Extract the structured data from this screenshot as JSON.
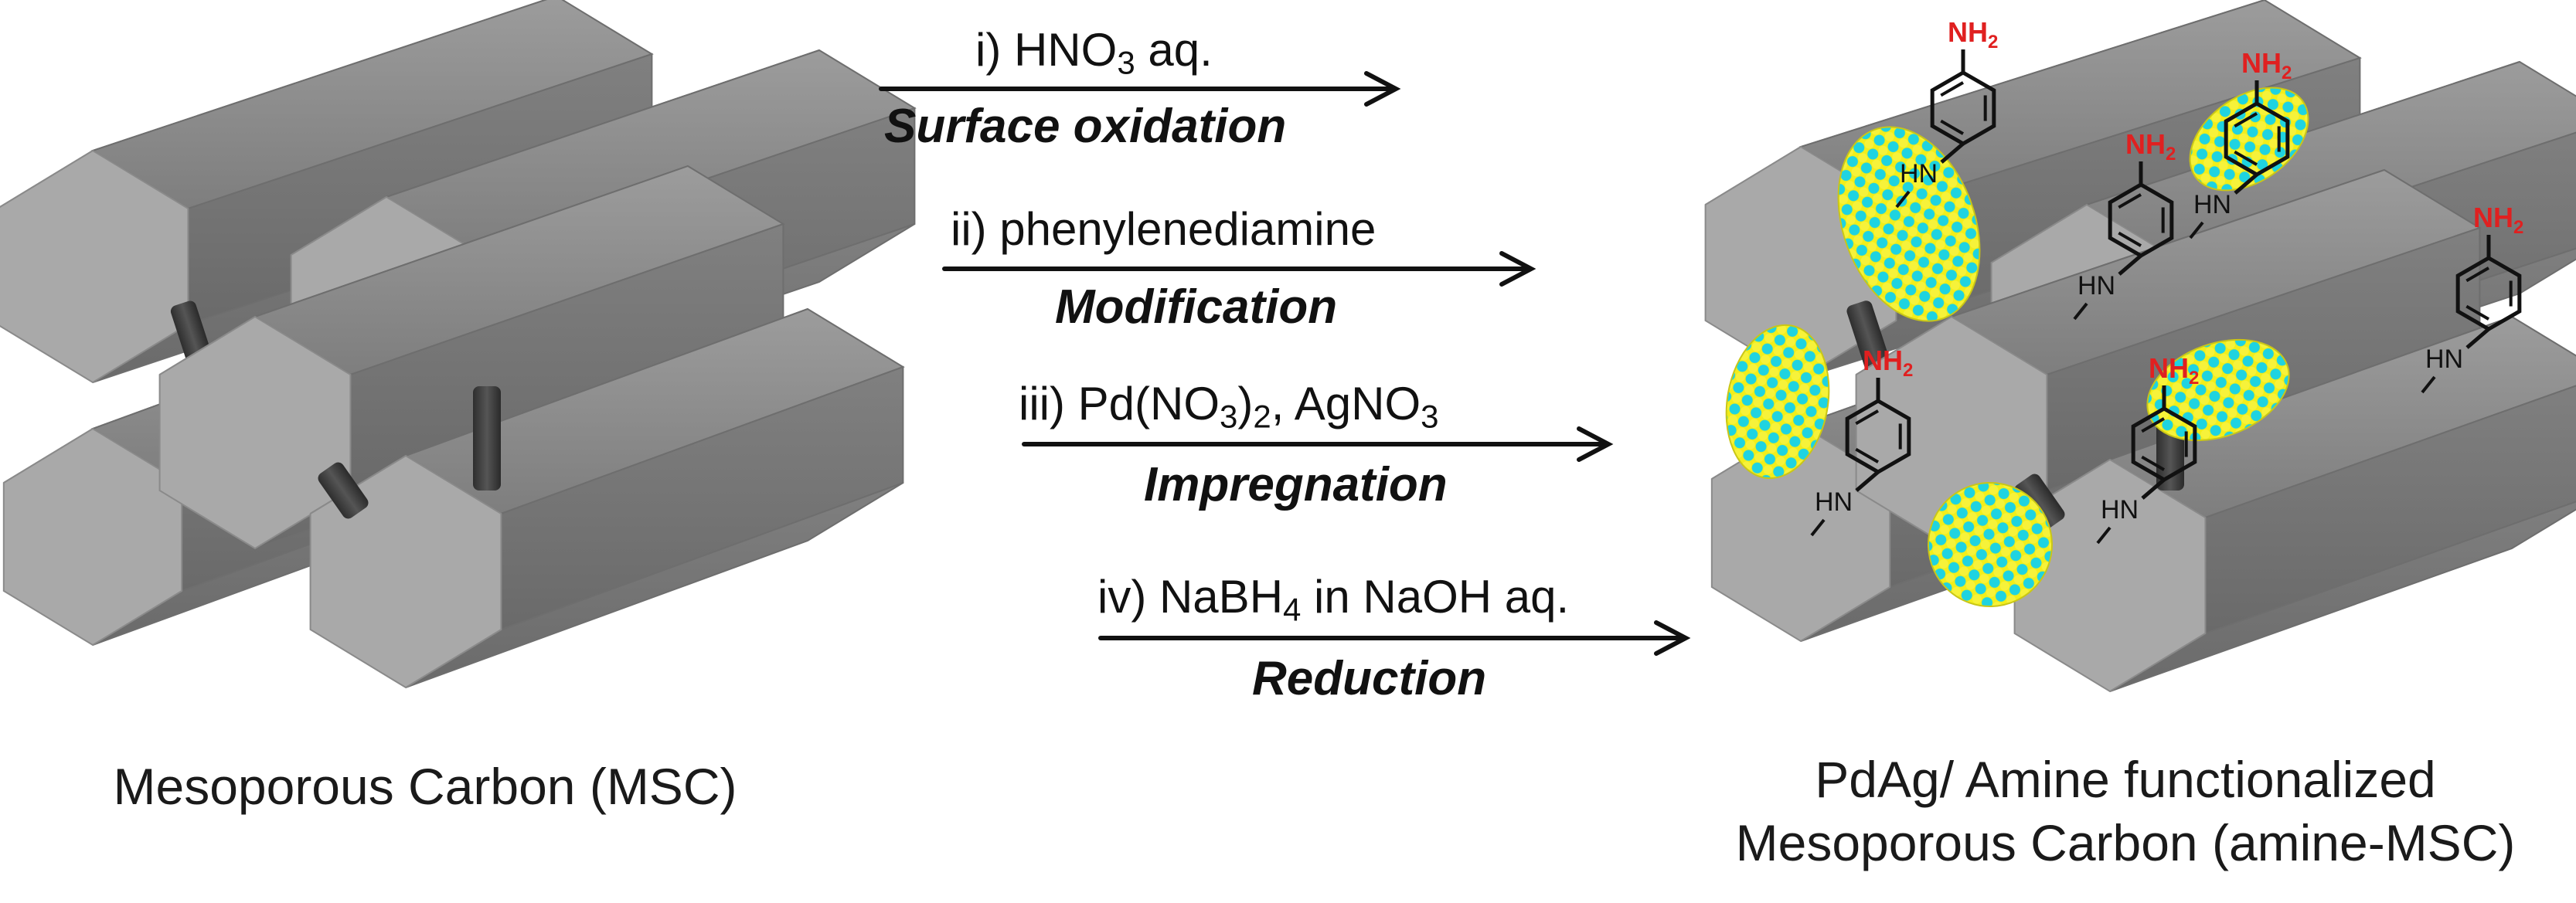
{
  "left_caption": "Mesoporous Carbon (MSC)",
  "right_caption": {
    "line1": "PdAg/ Amine functionalized",
    "line2": "Mesoporous Carbon (amine-MSC)"
  },
  "steps": [
    {
      "reagent_prefix": "i) HNO",
      "reagent_sub": "3",
      "reagent_suffix": " aq.",
      "name": "Surface oxidation"
    },
    {
      "reagent_prefix": "ii) phenylenediamine",
      "reagent_sub": "",
      "reagent_suffix": "",
      "name": "Modification"
    },
    {
      "reagent_prefix": "iii) Pd(NO",
      "reagent_sub": "3",
      "reagent_mid": ")",
      "reagent_sub2": "2",
      "reagent_suffix": ", AgNO",
      "reagent_sub3": "3",
      "name": "Impregnation"
    },
    {
      "reagent_prefix": "iv) NaBH",
      "reagent_sub": "4",
      "reagent_suffix": " in NaOH aq.",
      "name": "Reduction"
    }
  ],
  "chem_labels": {
    "amine": "NH",
    "amine_sub": "2",
    "linker": "HN"
  },
  "colors": {
    "rod_front": "#a9a9a9",
    "rod_top": "#8f8f8f",
    "rod_side": "#7a7a7a",
    "bridge": "#3c3c3c",
    "amine_red": "#e02020",
    "particle_cyan": "#1fd3e0",
    "particle_yellow": "#f2ee1a"
  }
}
